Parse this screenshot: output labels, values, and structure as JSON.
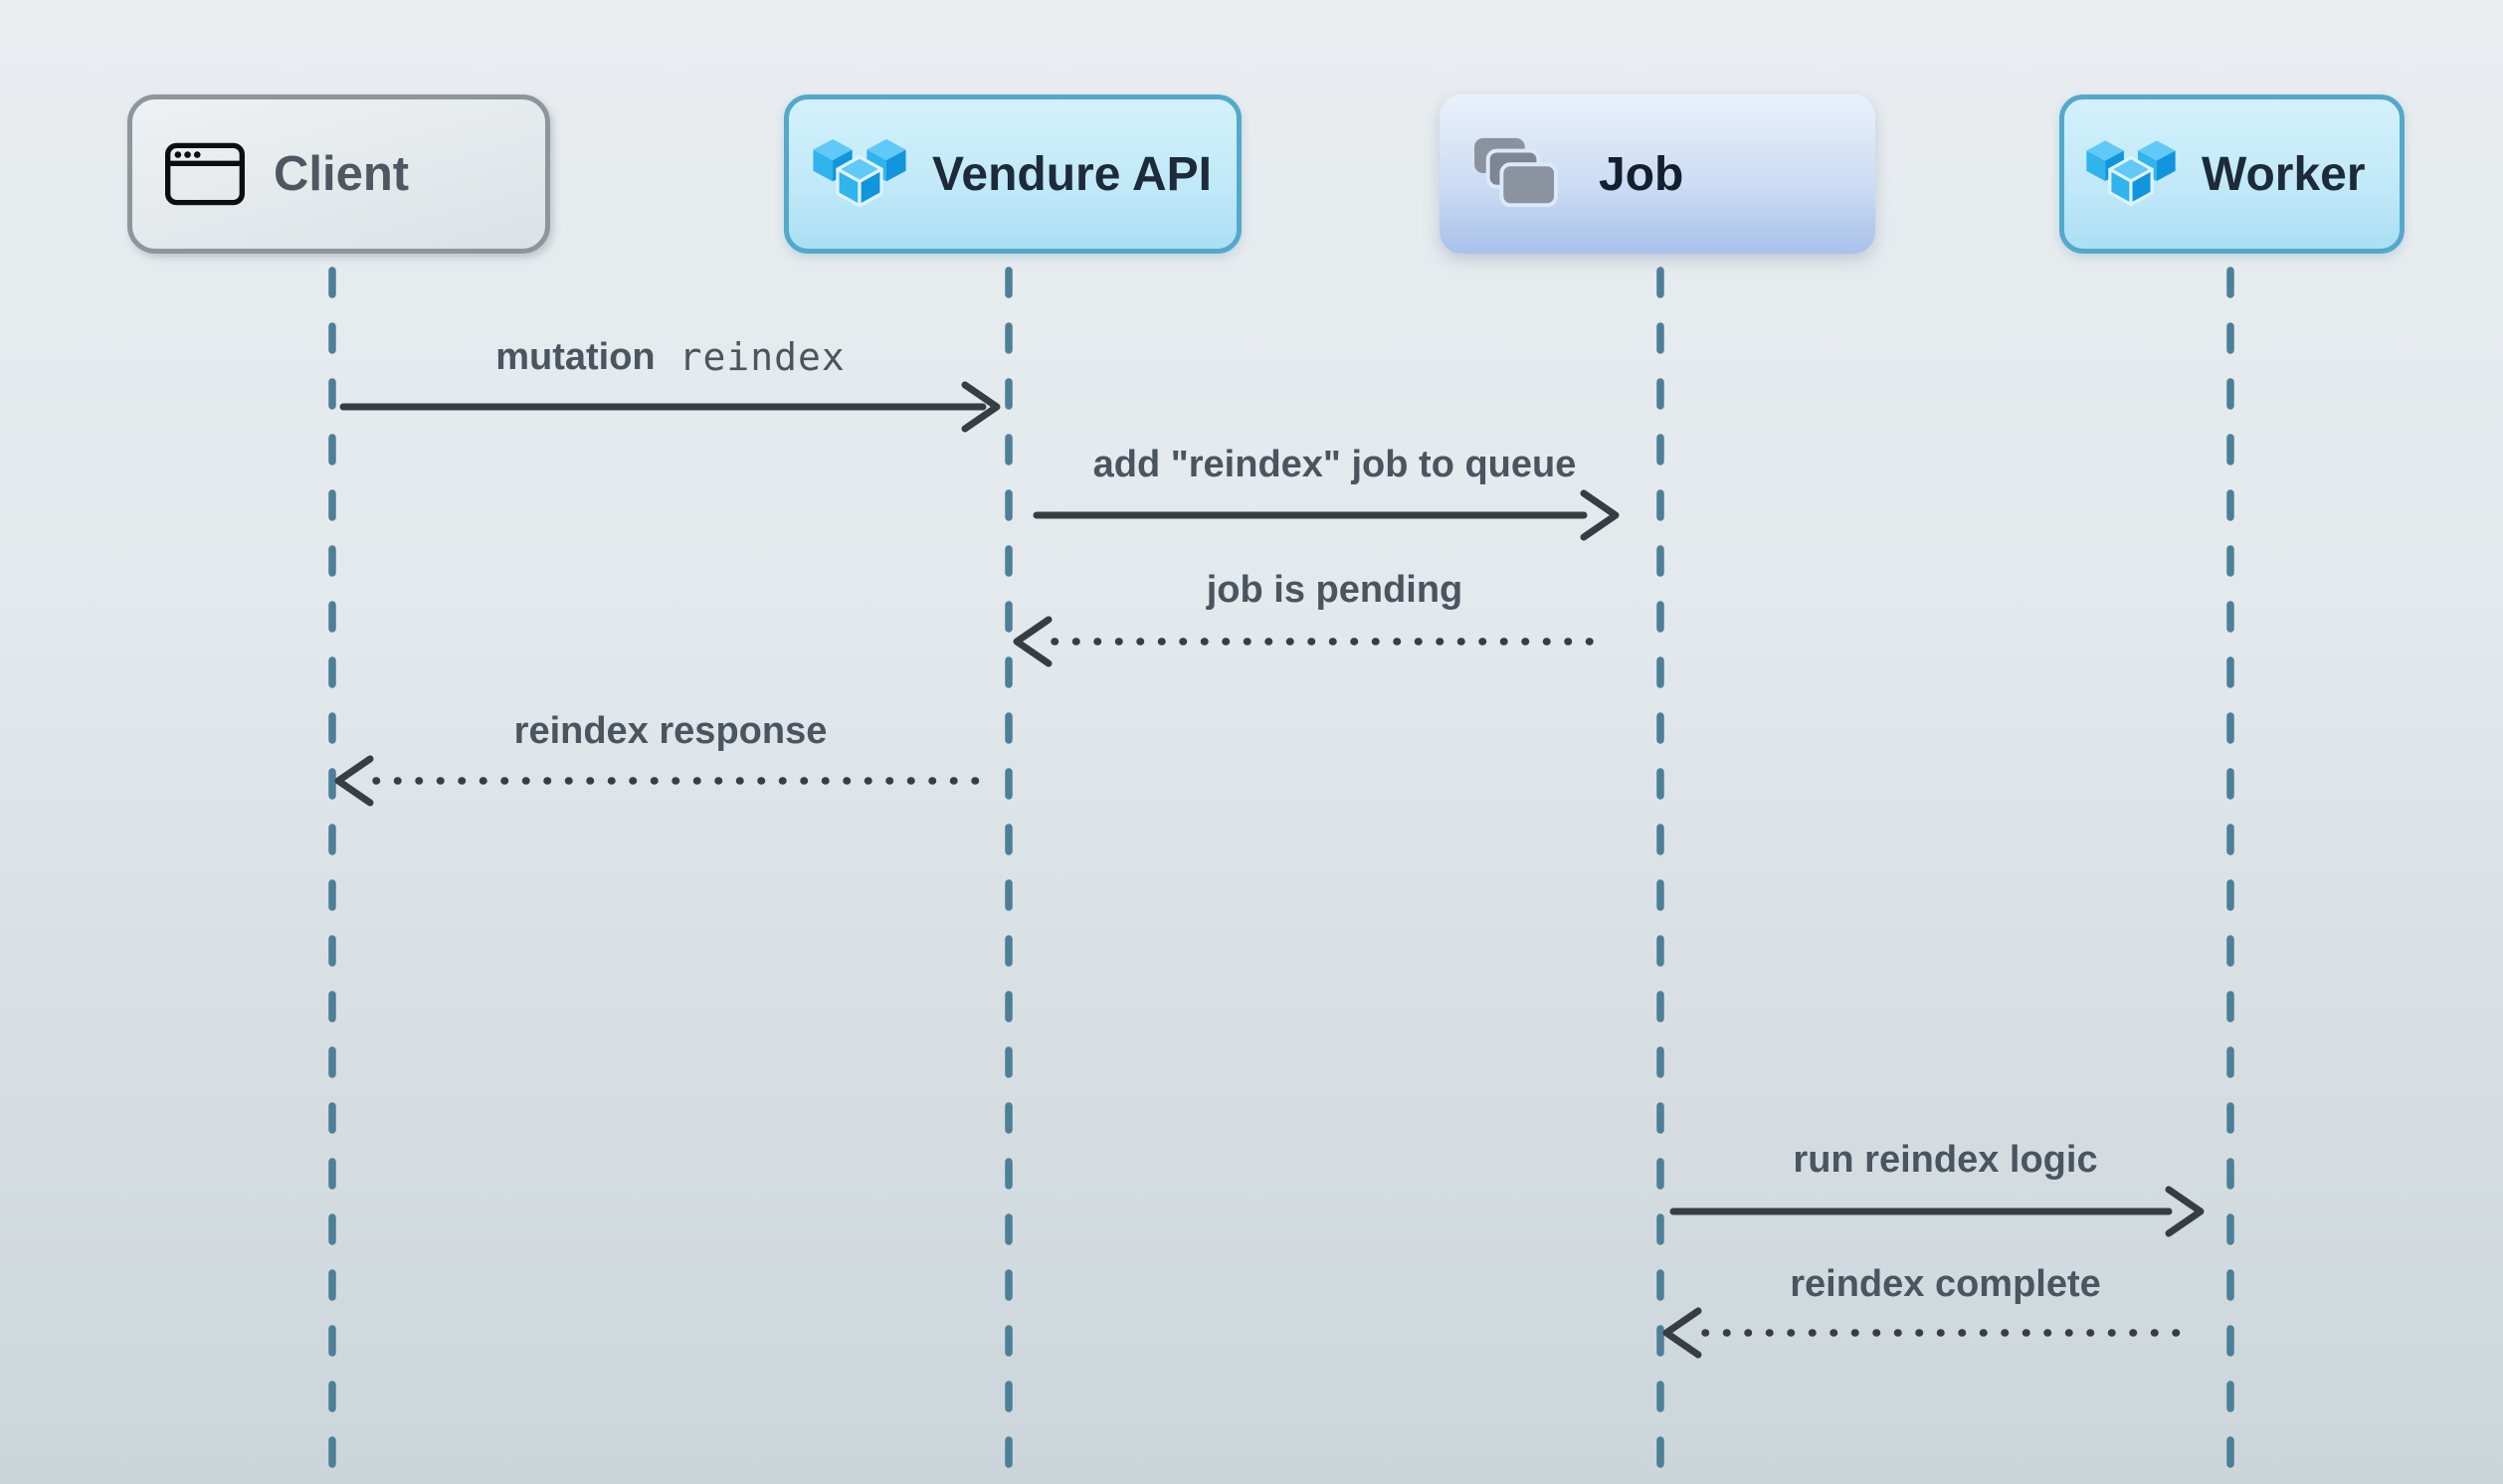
{
  "diagram": {
    "type": "sequence-diagram",
    "actors": [
      {
        "id": "client",
        "label": "Client",
        "icon": "browser-window-icon"
      },
      {
        "id": "vendure-api",
        "label": "Vendure API",
        "icon": "vendure-cubes-icon"
      },
      {
        "id": "job",
        "label": "Job",
        "icon": "stacked-cards-icon"
      },
      {
        "id": "worker",
        "label": "Worker",
        "icon": "vendure-cubes-icon"
      }
    ],
    "messages": [
      {
        "from": "Client",
        "to": "Vendure API",
        "text": "mutation",
        "code": "reindex",
        "line": "solid",
        "direction": "right"
      },
      {
        "from": "Vendure API",
        "to": "Job",
        "text": "add \"reindex\" job to queue",
        "line": "solid",
        "direction": "right"
      },
      {
        "from": "Job",
        "to": "Vendure API",
        "text": "job is pending",
        "line": "dotted",
        "direction": "left"
      },
      {
        "from": "Vendure API",
        "to": "Client",
        "text": "reindex response",
        "line": "dotted",
        "direction": "left"
      },
      {
        "from": "Job",
        "to": "Worker",
        "text": "run reindex logic",
        "line": "solid",
        "direction": "right"
      },
      {
        "from": "Worker",
        "to": "Job",
        "text": "reindex complete",
        "line": "dotted",
        "direction": "left"
      }
    ],
    "colors": {
      "background_top": "#e9edf0",
      "background_bottom": "#ccd6da",
      "lifeline": "#4d7f99",
      "arrow": "#383d42",
      "message_text": "#4a5560",
      "client_border": "#8d969d",
      "client_text": "#4d5862",
      "vendure_border": "#54a9cb",
      "vendure_box_top": "#d4f1fc",
      "vendure_box_bottom": "#abdff4",
      "vendure_blue": "#2aaeea",
      "job_box_top": "#eaf1fb",
      "job_box_bottom": "#a8c2ea",
      "actor_text_dark": "#1c2a3a"
    }
  }
}
